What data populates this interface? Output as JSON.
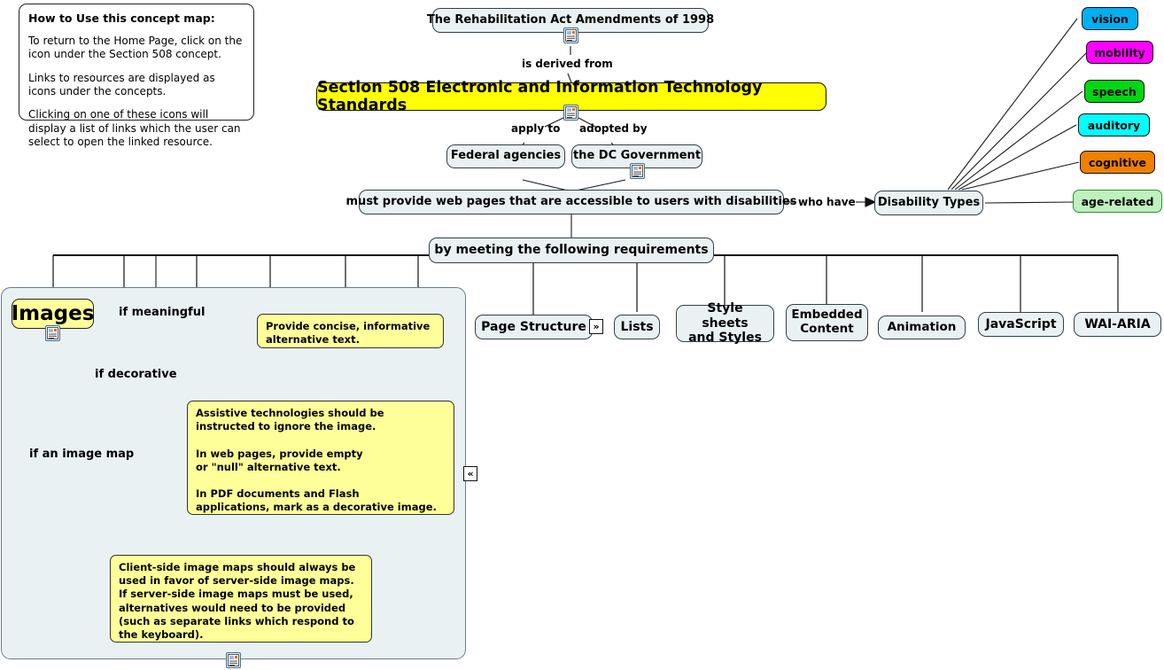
{
  "howto": {
    "title": "How to Use this concept map:",
    "p1": "To return to the Home Page, click on the\nicon under the Section 508 concept.",
    "p2": "Links to resources are displayed as icons\nunder the concepts.",
    "p3": "Clicking on one of these icons will display\n a list of links which the user can select\n to open the linked resource."
  },
  "nodes": {
    "act": "The Rehabilitation Act Amendments of 1998",
    "section508": "Section 508 Electronic and Information Technology Standards",
    "federal_agencies": "Federal agencies",
    "dc_government": "the DC Government",
    "must_provide": "must provide web pages that are accessible to users with disabilities",
    "disability_types": "Disability Types",
    "requirements": "by meeting the following requirements",
    "page_structure": "Page Structure",
    "lists": "Lists",
    "style_sheets": "Style sheets\nand Styles",
    "embedded_content": "Embedded\nContent",
    "animation": "Animation",
    "javascript": "JavaScript",
    "wai_aria": "WAI-ARIA",
    "images": "Images"
  },
  "edge_labels": {
    "is_derived_from": "is derived from",
    "apply_to": "apply to",
    "adopted_by": "adopted by",
    "who_have": "who have",
    "if_meaningful": "if meaningful",
    "if_decorative": "if decorative",
    "if_an_image_map": "if an image map"
  },
  "disability_chips": [
    {
      "label": "vision",
      "color": "#00b0f0",
      "border": "#111111"
    },
    {
      "label": "mobility",
      "color": "#ff00ff",
      "border": "#111111"
    },
    {
      "label": "speech",
      "color": "#00d712",
      "border": "#111111"
    },
    {
      "label": "auditory",
      "color": "#00ffff",
      "border": "#111111"
    },
    {
      "label": "cognitive",
      "color": "#f08000",
      "border": "#111111"
    },
    {
      "label": "age-related",
      "color": "#bff0bf",
      "border": "#2f8f2f"
    }
  ],
  "notes": {
    "meaningful": "Provide concise, informative\nalternative text.",
    "decorative": "Assistive technologies should be\ninstructed to ignore the image.\n\nIn web pages, provide empty\nor \"null\" alternative text.\n\nIn PDF documents and Flash\napplications, mark as a decorative image.",
    "image_map": "Client-side image maps should always be\n used in favor of server-side image maps.\nIf server-side image maps must be used,\nalternatives would need to be provided\n(such as separate links which respond to\nthe keyboard)."
  },
  "icons": {
    "resource": "resource-link-icon",
    "expand_right": "»",
    "collapse_left": "«"
  },
  "colors": {
    "node_fill": "#eaf1f2",
    "banner_fill": "#ffff00",
    "note_fill": "#ffff99",
    "images_fill": "#ffff99",
    "submap_fill": "#eaf1f2",
    "edge_stroke": "#1a1a1a"
  }
}
